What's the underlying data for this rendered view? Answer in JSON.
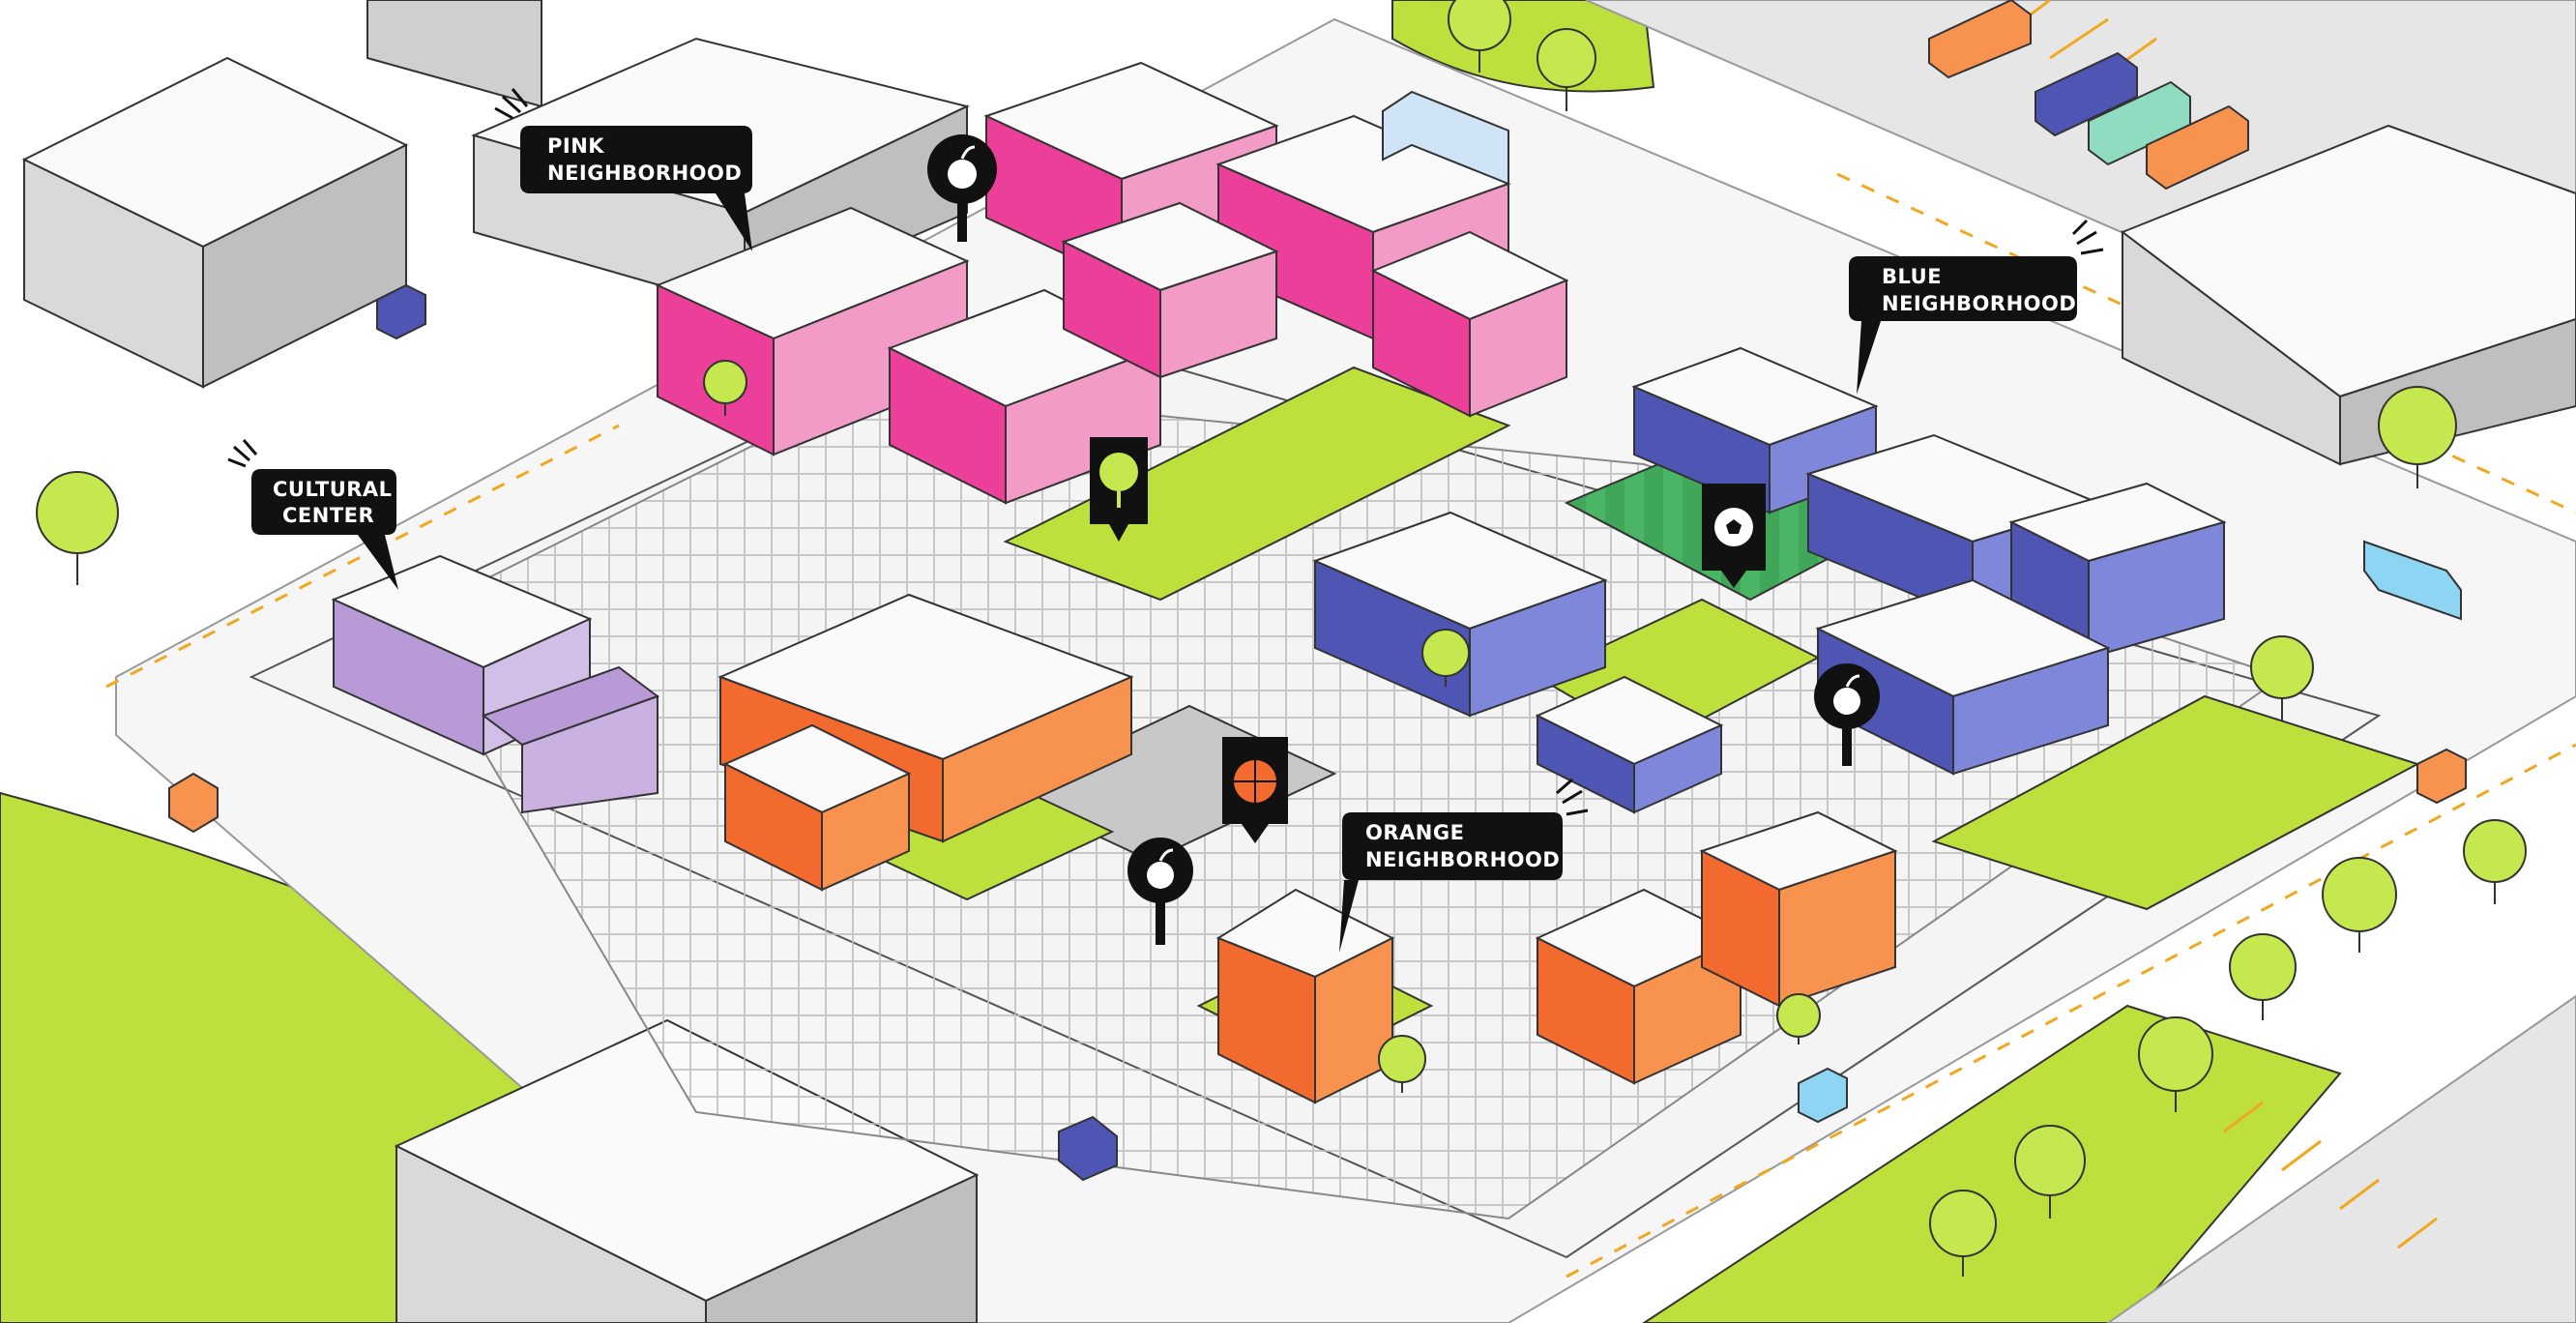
{
  "colors": {
    "background": "#ffffff",
    "road": "#ececec",
    "grass": "#bde03d",
    "building_white": "#ececec",
    "outline": "#333333",
    "pink": "#ec3f9a",
    "pink_light": "#f29bc6",
    "blue": "#4e55b3",
    "blue_light": "#7f87db",
    "orange": "#f26a2e",
    "orange_light": "#f7934f",
    "purple": "#b89bd6",
    "callout": "#111111",
    "tree": "#c5e84e",
    "field": "#3fa65a"
  },
  "labels": {
    "pink": {
      "line1": "PINK",
      "line2": "NEIGHBORHOOD"
    },
    "blue": {
      "line1": "BLUE",
      "line2": "NEIGHBORHOOD"
    },
    "cultural": {
      "line1": "CULTURAL",
      "line2": "CENTER"
    },
    "orange": {
      "line1": "ORANGE",
      "line2": "NEIGHBORHOOD"
    }
  },
  "markers": [
    {
      "name": "apple-marker-pink",
      "icon": "apple-icon"
    },
    {
      "name": "tree-marker",
      "icon": "tree-icon"
    },
    {
      "name": "soccer-marker",
      "icon": "soccer-ball-icon"
    },
    {
      "name": "apple-marker-blue",
      "icon": "apple-icon"
    },
    {
      "name": "basketball-marker",
      "icon": "basketball-icon"
    },
    {
      "name": "apple-marker-orange",
      "icon": "apple-icon"
    }
  ]
}
